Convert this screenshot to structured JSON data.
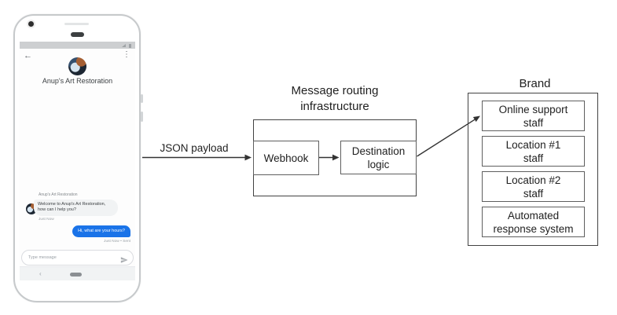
{
  "colors": {
    "bubble_blue": "#1a73e8",
    "bubble_gray": "#f1f3f4",
    "frame_gray": "#c6c9cb"
  },
  "phone": {
    "header": {
      "back_glyph": "←",
      "title": "Anup's Art Restoration",
      "menu_glyph": "⋮"
    },
    "chat": {
      "sender_label": "Anup's Art Restoration",
      "incoming_message": "Welcome to Anup's Art Restoration,\nhow can I help you?",
      "incoming_timestamp": "Just Now",
      "outgoing_message": "Hi, what are your hours?",
      "outgoing_status": "Just Now • Sent"
    },
    "composer": {
      "placeholder": "Type message",
      "send_icon": "send-icon"
    },
    "nav": {
      "back_glyph": "‹"
    }
  },
  "diagram": {
    "json_arrow_label": "JSON payload",
    "routing": {
      "title": "Message routing\ninfrastructure",
      "webhook_label": "Webhook",
      "destination_label": "Destination\nlogic"
    },
    "brand": {
      "title": "Brand",
      "items": [
        {
          "label": "Online support\nstaff"
        },
        {
          "label": "Location #1\nstaff"
        },
        {
          "label": "Location #2\nstaff"
        },
        {
          "label": "Automated\nresponse system"
        }
      ]
    }
  }
}
